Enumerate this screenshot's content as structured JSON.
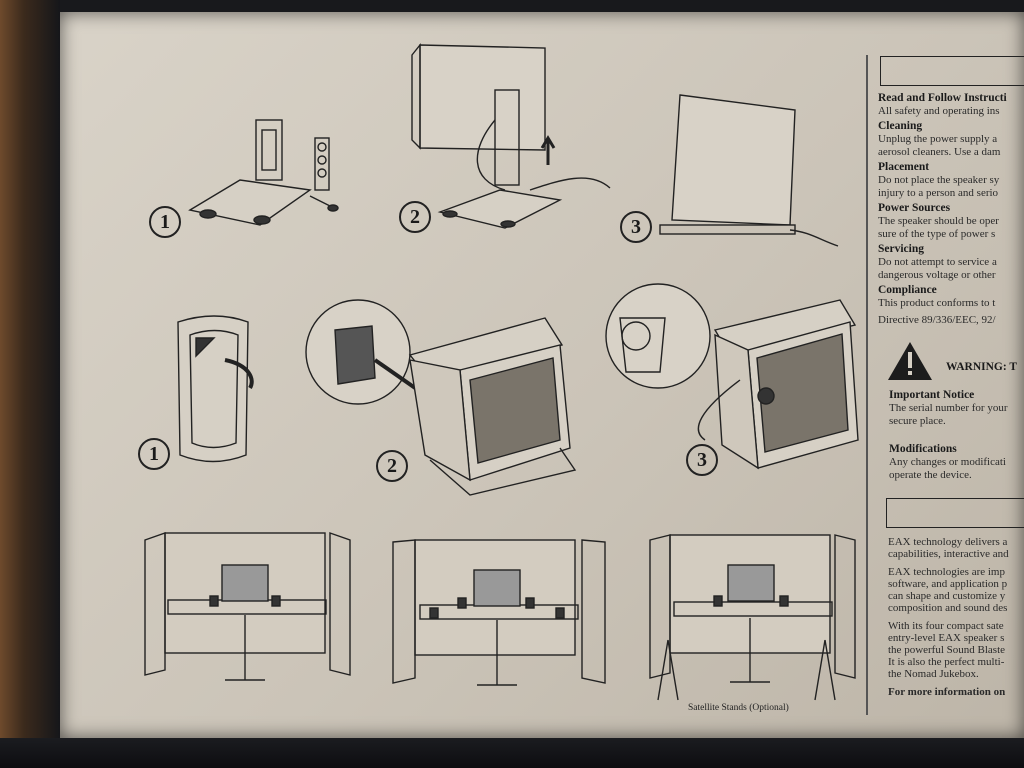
{
  "steps_top": [
    "1",
    "2",
    "3"
  ],
  "steps_middle": [
    "1",
    "2",
    "3"
  ],
  "safety_sections": [
    {
      "title": "Read and Follow Instructi",
      "body": [
        "All safety and operating ins"
      ]
    },
    {
      "title": "Cleaning",
      "body": [
        "Unplug the power supply a",
        "aerosol cleaners. Use a dam"
      ]
    },
    {
      "title": "Placement",
      "body": [
        "Do not place the speaker sy",
        "injury to a person and serio"
      ]
    },
    {
      "title": "Power Sources",
      "body": [
        "The speaker should be oper",
        "sure of the type of power s"
      ]
    },
    {
      "title": "Servicing",
      "body": [
        "Do not attempt to service a",
        "dangerous voltage or other"
      ]
    },
    {
      "title": "Compliance",
      "body": [
        "This product conforms to t",
        "Directive 89/336/EEC, 92/"
      ]
    }
  ],
  "warning_label": "WARNING: T",
  "important_notice": {
    "title": "Important Notice",
    "body": [
      "The serial number for your",
      "secure place."
    ]
  },
  "modifications": {
    "title": "Modifications",
    "body": [
      "Any changes or modificati",
      "operate the device."
    ]
  },
  "eax_paragraphs": [
    [
      "EAX technology delivers a",
      "capabilities, interactive and"
    ],
    [
      "EAX technologies are imp",
      "software, and application p",
      "can shape and customize y",
      "composition and sound des"
    ],
    [
      "With its four compact sate",
      "entry-level EAX speaker s",
      "the powerful Sound Blaste",
      "It is also the perfect multi-",
      "the Nomad Jukebox."
    ]
  ],
  "eax_more": "For more information on",
  "caption": "Satellite Stands (Optional)"
}
